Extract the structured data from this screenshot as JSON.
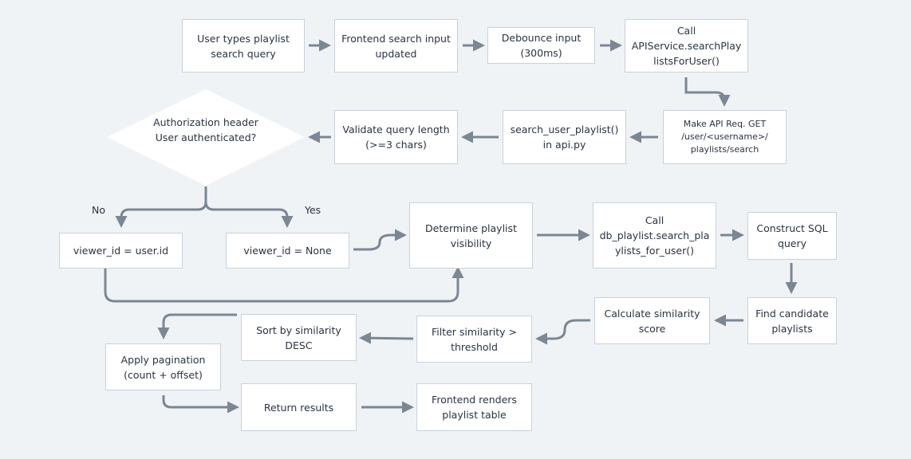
{
  "colors": {
    "background": "#f0f3f6",
    "node_fill": "#ffffff",
    "node_border": "#c9d1db",
    "edge": "#7c8794",
    "text": "#2b3340"
  },
  "nodes": {
    "user_types": "User types playlist search query",
    "frontend_input": "Frontend search input updated",
    "debounce": "Debounce input (300ms)",
    "call_api": "Call APIService.searchPlay listsForUser()",
    "make_api_req": "Make API Req. GET /user/<username>/ playlists/search",
    "search_user_playlist": "search_user_playlist() in api.py",
    "validate_query": "Validate query length (>=3 chars)",
    "auth_decision": "Authorization header User authenticated?",
    "viewer_user": "viewer_id = user.id",
    "viewer_none": "viewer_id = None",
    "determine_visibility": "Determine playlist visibility",
    "call_db": "Call db_playlist.search_pla ylists_for_user()",
    "construct_sql": "Construct SQL query",
    "find_candidates": "Find candidate playlists",
    "calc_similarity": "Calculate similarity score",
    "filter_similarity": "Filter similarity > threshold",
    "sort_similarity": "Sort by similarity DESC",
    "apply_pagination": "Apply pagination (count + offset)",
    "return_results": "Return results",
    "frontend_renders": "Frontend renders playlist table"
  },
  "edge_labels": {
    "no": "No",
    "yes": "Yes"
  }
}
